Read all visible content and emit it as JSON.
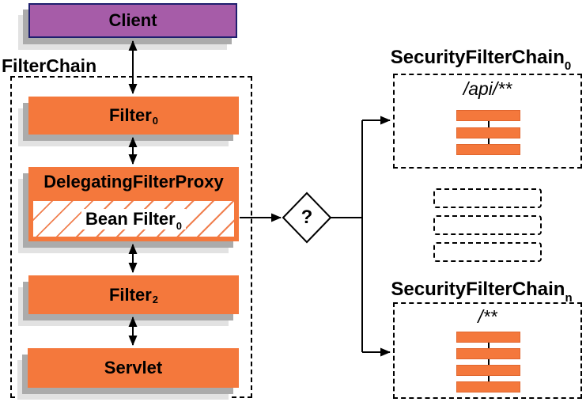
{
  "colors": {
    "orange": "#F4783C",
    "orange_border": "#E0662E",
    "purple": "#A65CA8",
    "purple_border": "#1F1F6E",
    "shadow_dark": "#ABABAB",
    "shadow_light": "#E2E2E2",
    "line": "#000000"
  },
  "client": {
    "label": "Client"
  },
  "filter_chain": {
    "title": "FilterChain",
    "filter0": {
      "base": "Filter",
      "sub": "0"
    },
    "dfp": {
      "label": "DelegatingFilterProxy"
    },
    "bean_filter": {
      "base": "Bean Filter",
      "sub": "0"
    },
    "filter2": {
      "base": "Filter",
      "sub": "2"
    },
    "servlet": {
      "label": "Servlet"
    }
  },
  "decision": {
    "label": "?"
  },
  "security_chains": [
    {
      "base": "SecurityFilterChain",
      "sub": "0",
      "pattern": "/api/**",
      "filter_bars": 3
    },
    {
      "base": "SecurityFilterChain",
      "sub": "n",
      "pattern": "/**",
      "filter_bars": 4
    }
  ],
  "placeholder_chains": 3
}
